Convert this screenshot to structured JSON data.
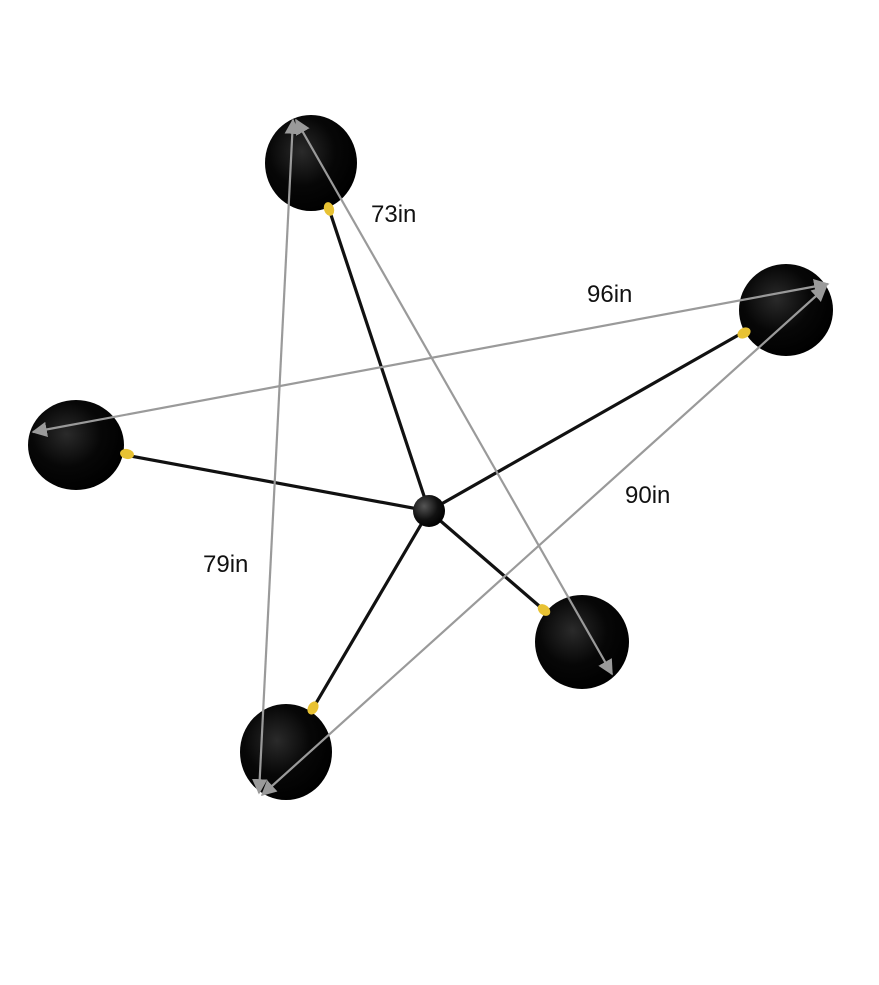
{
  "colors": {
    "background": "#ffffff",
    "globe": "#050505",
    "arm": "#111111",
    "dimension_arrow": "#9a9a9a",
    "socket": "#e8c233"
  },
  "dimensions": [
    {
      "id": "top-to-right-bottom",
      "label": "73in"
    },
    {
      "id": "left-to-right",
      "label": "96in"
    },
    {
      "id": "right-to-bottom-left",
      "label": "90in"
    },
    {
      "id": "top-to-bottom-left",
      "label": "79in"
    }
  ]
}
